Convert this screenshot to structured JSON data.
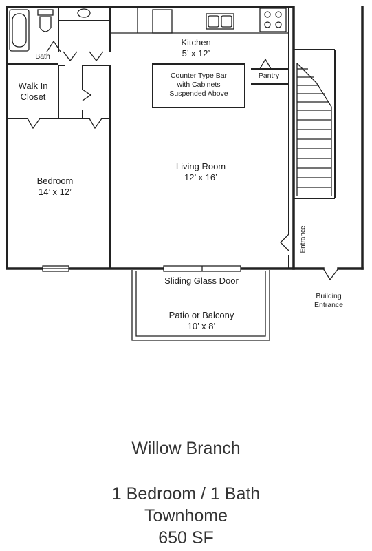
{
  "rooms": {
    "bath": {
      "name": "Bath"
    },
    "closet": {
      "name": "Walk In\nCloset"
    },
    "kitchen": {
      "name": "Kitchen",
      "size": "5’ x 12’"
    },
    "counter_bar": {
      "name": "Counter Type Bar\nwith Cabinets\nSuspended Above"
    },
    "pantry": {
      "name": "Pantry"
    },
    "bedroom": {
      "name": "Bedroom",
      "size": "14’ x 12’"
    },
    "living_room": {
      "name": "Living Room",
      "size": "12’ x 16’"
    },
    "entrance": {
      "name": "Entrance"
    },
    "sliding_door": {
      "name": "Sliding Glass Door"
    },
    "patio": {
      "name": "Patio or Balcony",
      "size": "10’ x 8’"
    },
    "building_entrance": {
      "name": "Building\nEntrance"
    }
  },
  "caption": {
    "plan_name": "Willow Branch",
    "unit_type": "1 Bedroom / 1 Bath",
    "style": "Townhome",
    "area": "650 SF"
  }
}
